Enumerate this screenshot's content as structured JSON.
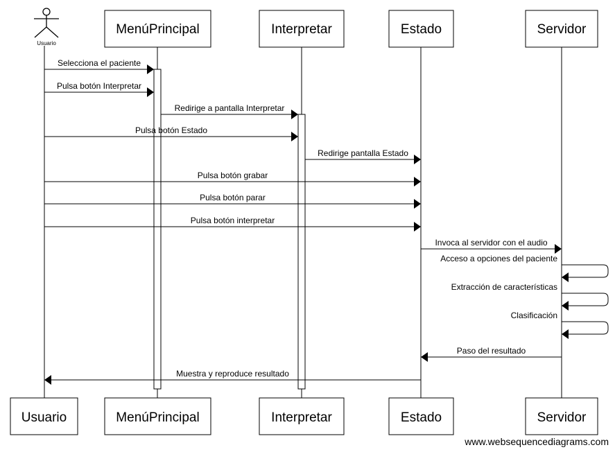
{
  "participants": [
    {
      "id": "usuario",
      "label": "Usuario",
      "top_is_actor": true
    },
    {
      "id": "menu",
      "label": "MenúPrincipal"
    },
    {
      "id": "interp",
      "label": "Interpretar"
    },
    {
      "id": "estado",
      "label": "Estado"
    },
    {
      "id": "servidor",
      "label": "Servidor"
    }
  ],
  "actor_caption": "Usuario",
  "messages": [
    {
      "from": "usuario",
      "to": "menu",
      "text": "Selecciona el paciente"
    },
    {
      "from": "usuario",
      "to": "menu",
      "text": "Pulsa botón Interpretar"
    },
    {
      "from": "menu",
      "to": "interp",
      "text": "Redirige a pantalla Interpretar"
    },
    {
      "from": "usuario",
      "to": "interp",
      "text": "Pulsa botón Estado"
    },
    {
      "from": "interp",
      "to": "estado",
      "text": "Redirige pantalla Estado"
    },
    {
      "from": "usuario",
      "to": "estado",
      "text": "Pulsa botón grabar"
    },
    {
      "from": "usuario",
      "to": "estado",
      "text": "Pulsa botón parar"
    },
    {
      "from": "usuario",
      "to": "estado",
      "text": "Pulsa botón interpretar"
    },
    {
      "from": "estado",
      "to": "servidor",
      "text": "Invoca al servidor con el audio"
    },
    {
      "from": "servidor",
      "to": "servidor",
      "text": "Acceso a opciones del paciente"
    },
    {
      "from": "servidor",
      "to": "servidor",
      "text": "Extracción de características"
    },
    {
      "from": "servidor",
      "to": "servidor",
      "text": "Clasificación"
    },
    {
      "from": "servidor",
      "to": "estado",
      "text": "Paso del resultado"
    },
    {
      "from": "estado",
      "to": "usuario",
      "text": "Muestra y reproduce resultado"
    }
  ],
  "activations": [
    {
      "participant": "menu"
    },
    {
      "participant": "interp"
    }
  ],
  "footer": "www.websequencediagrams.com"
}
